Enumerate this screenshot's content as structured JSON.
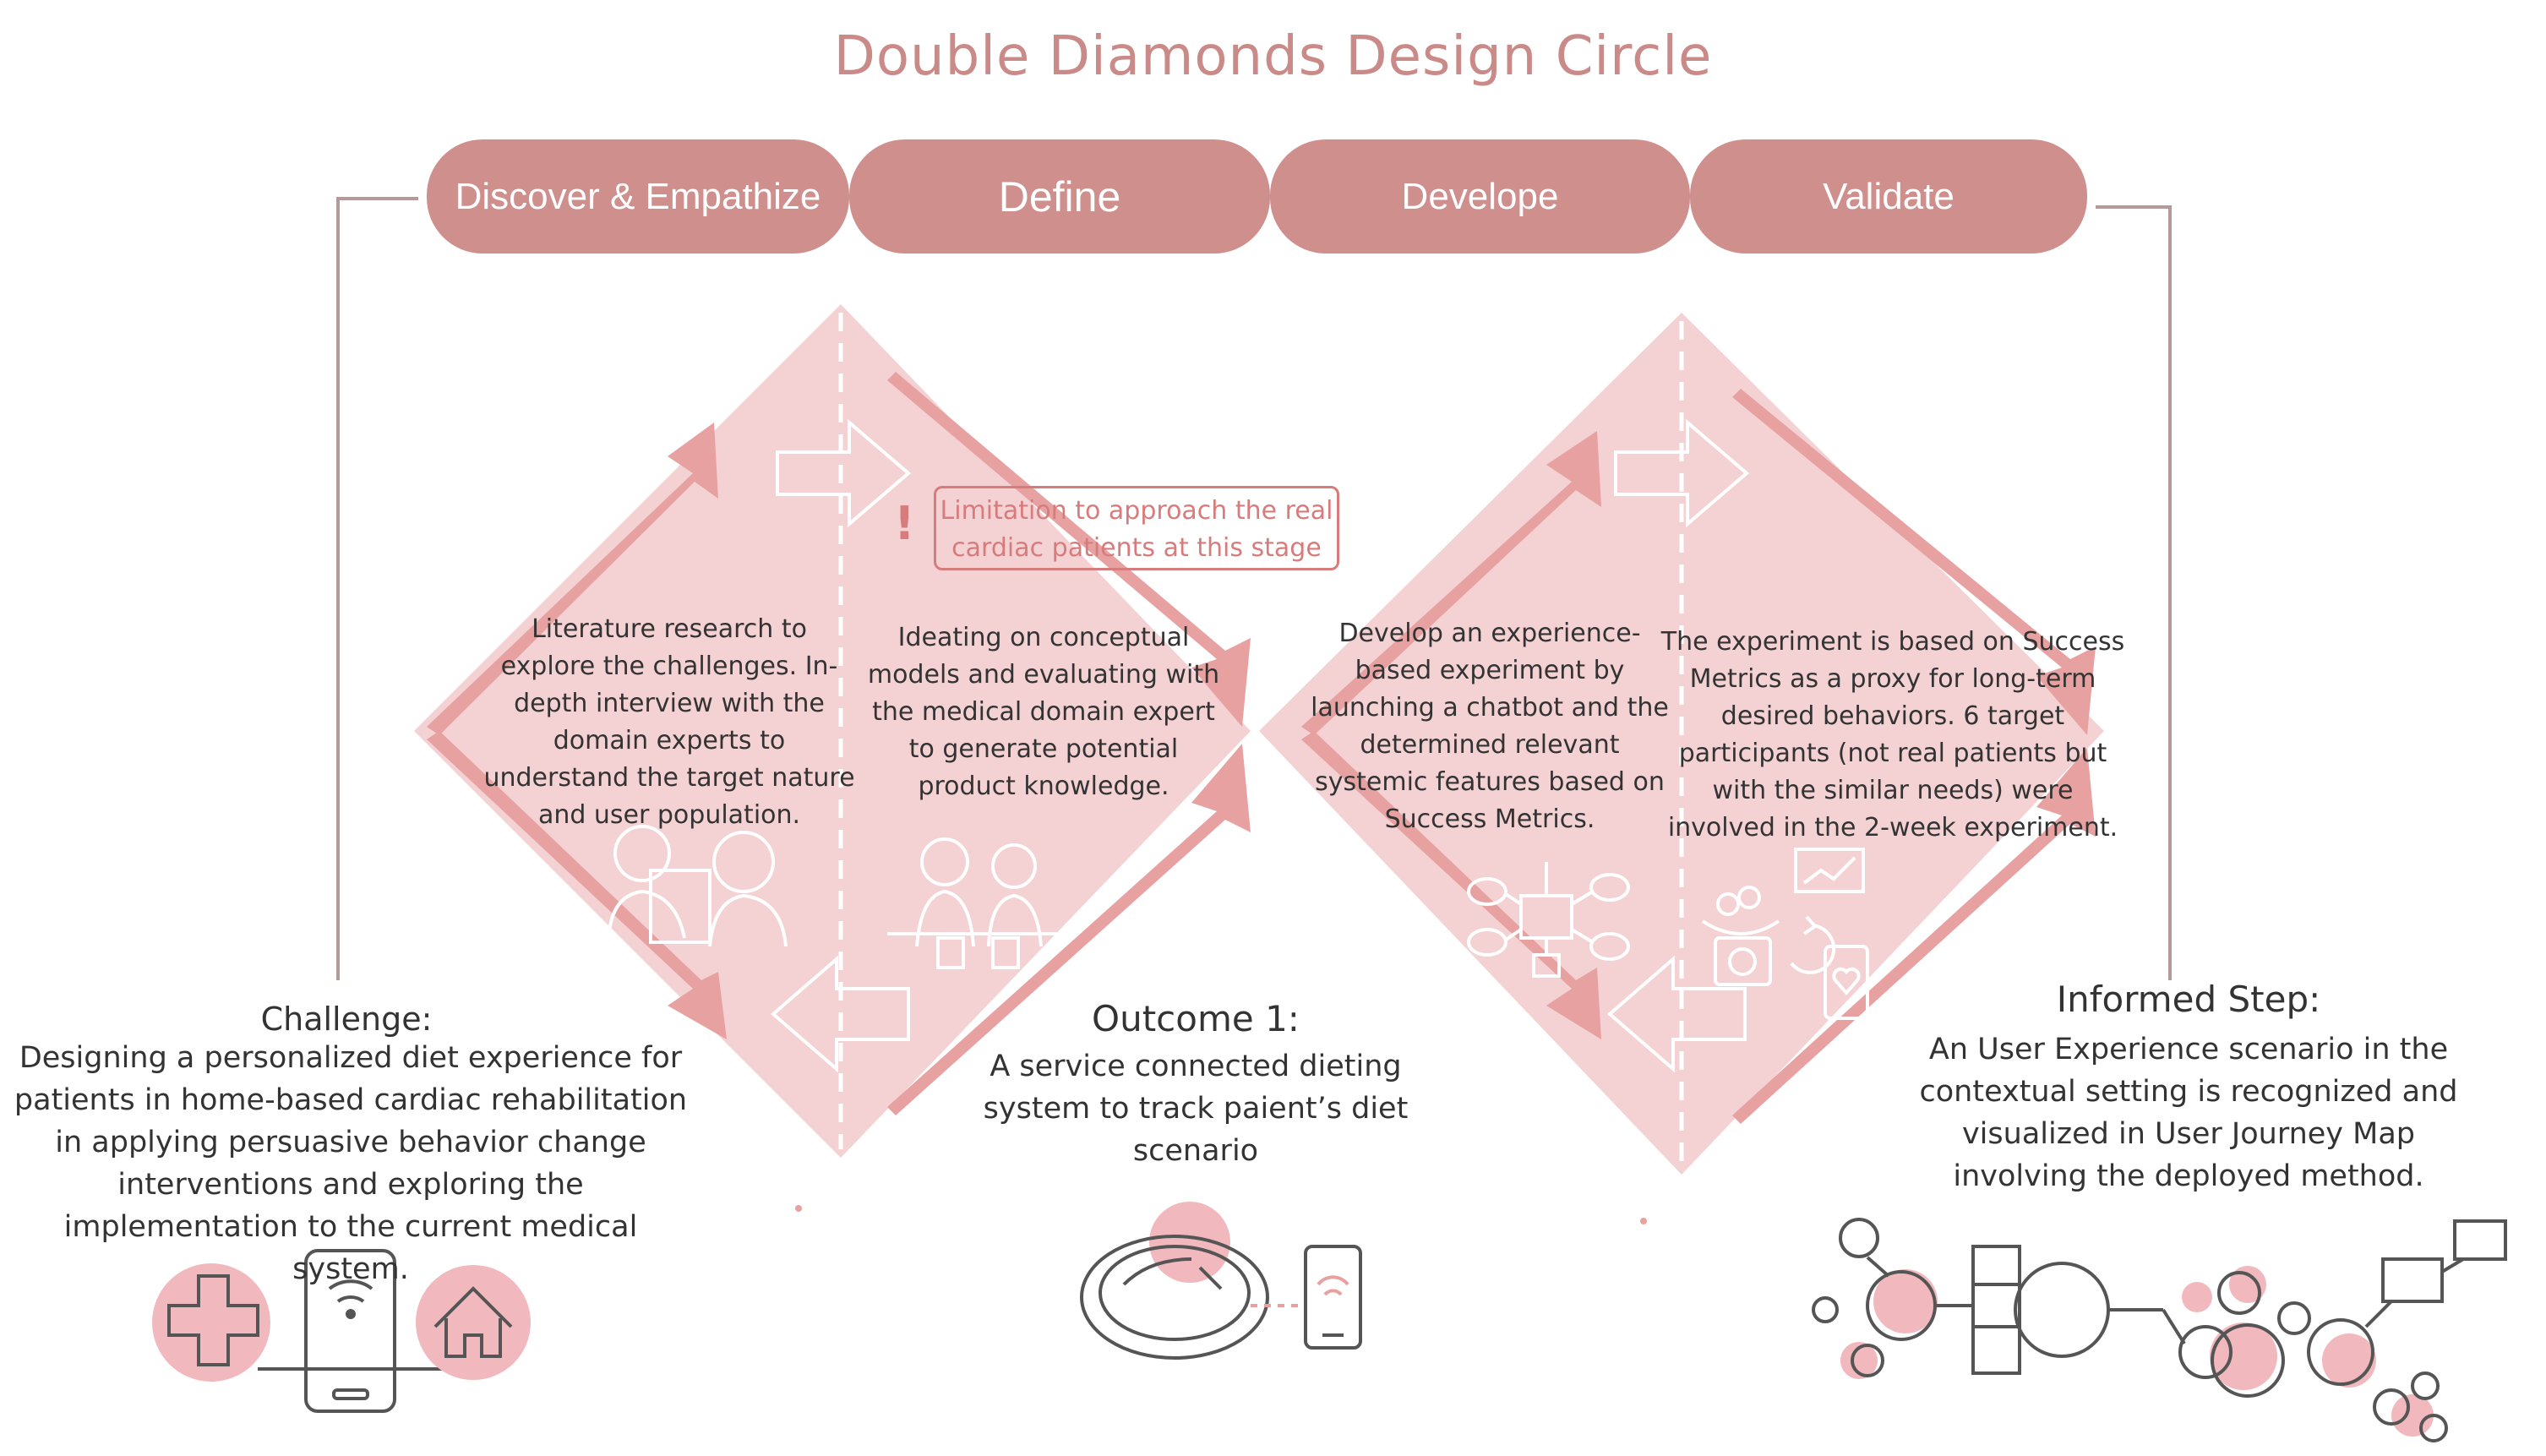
{
  "title": "Double Diamonds Design Circle",
  "phases": [
    {
      "label": "Discover & Empathize"
    },
    {
      "label": "Define"
    },
    {
      "label": "Develope"
    },
    {
      "label": "Validate"
    }
  ],
  "stages": {
    "discover": "Literature research to explore the challenges. In-depth interview with the domain experts to understand the target nature and user population.",
    "define": "Ideating on conceptual models and evaluating with the medical domain expert to generate potential product knowledge.",
    "develop": "Develop an experience-based experiment by launching a chatbot and the determined relevant systemic features based on Success Metrics.",
    "validate": "The experiment is based on Success Metrics as a proxy for long-term desired behaviors. 6 target participants (not real patients but with the similar needs) were involved  in the 2-week experiment."
  },
  "limitation": "Limitation to approach the real cardiac patients at this stage",
  "limitation_mark": "!",
  "challenge": {
    "heading": "Challenge:",
    "body": "Designing a personalized diet experience for patients in home-based cardiac rehabilitation in applying persuasive behavior change interventions and exploring the implementation to the current medical system."
  },
  "outcome": {
    "heading": "Outcome 1:",
    "body": "A service connected dieting system to track paient’s diet scenario"
  },
  "informed": {
    "heading": "Informed Step:",
    "body": "An User Experience scenario in the contextual setting is recognized and visualized in User Journey Map involving the deployed method."
  },
  "icons": [
    "arrow-right-icon",
    "arrow-left-icon",
    "interview-people-icon",
    "collaborating-people-icon",
    "mind-map-icon",
    "scale-icon",
    "refresh-icon",
    "trend-chart-icon",
    "phone-heart-icon",
    "medical-cross-icon",
    "phone-wifi-icon",
    "home-icon",
    "smart-plate-icon",
    "journey-map-icon"
  ],
  "colors": {
    "phase_fill": "#cf8f8d",
    "diamond_fill": "#f4d1d3",
    "arrow_fill": "#e7a1a1",
    "title_color": "#c98a88",
    "accent_dot": "#f1b9bd"
  }
}
